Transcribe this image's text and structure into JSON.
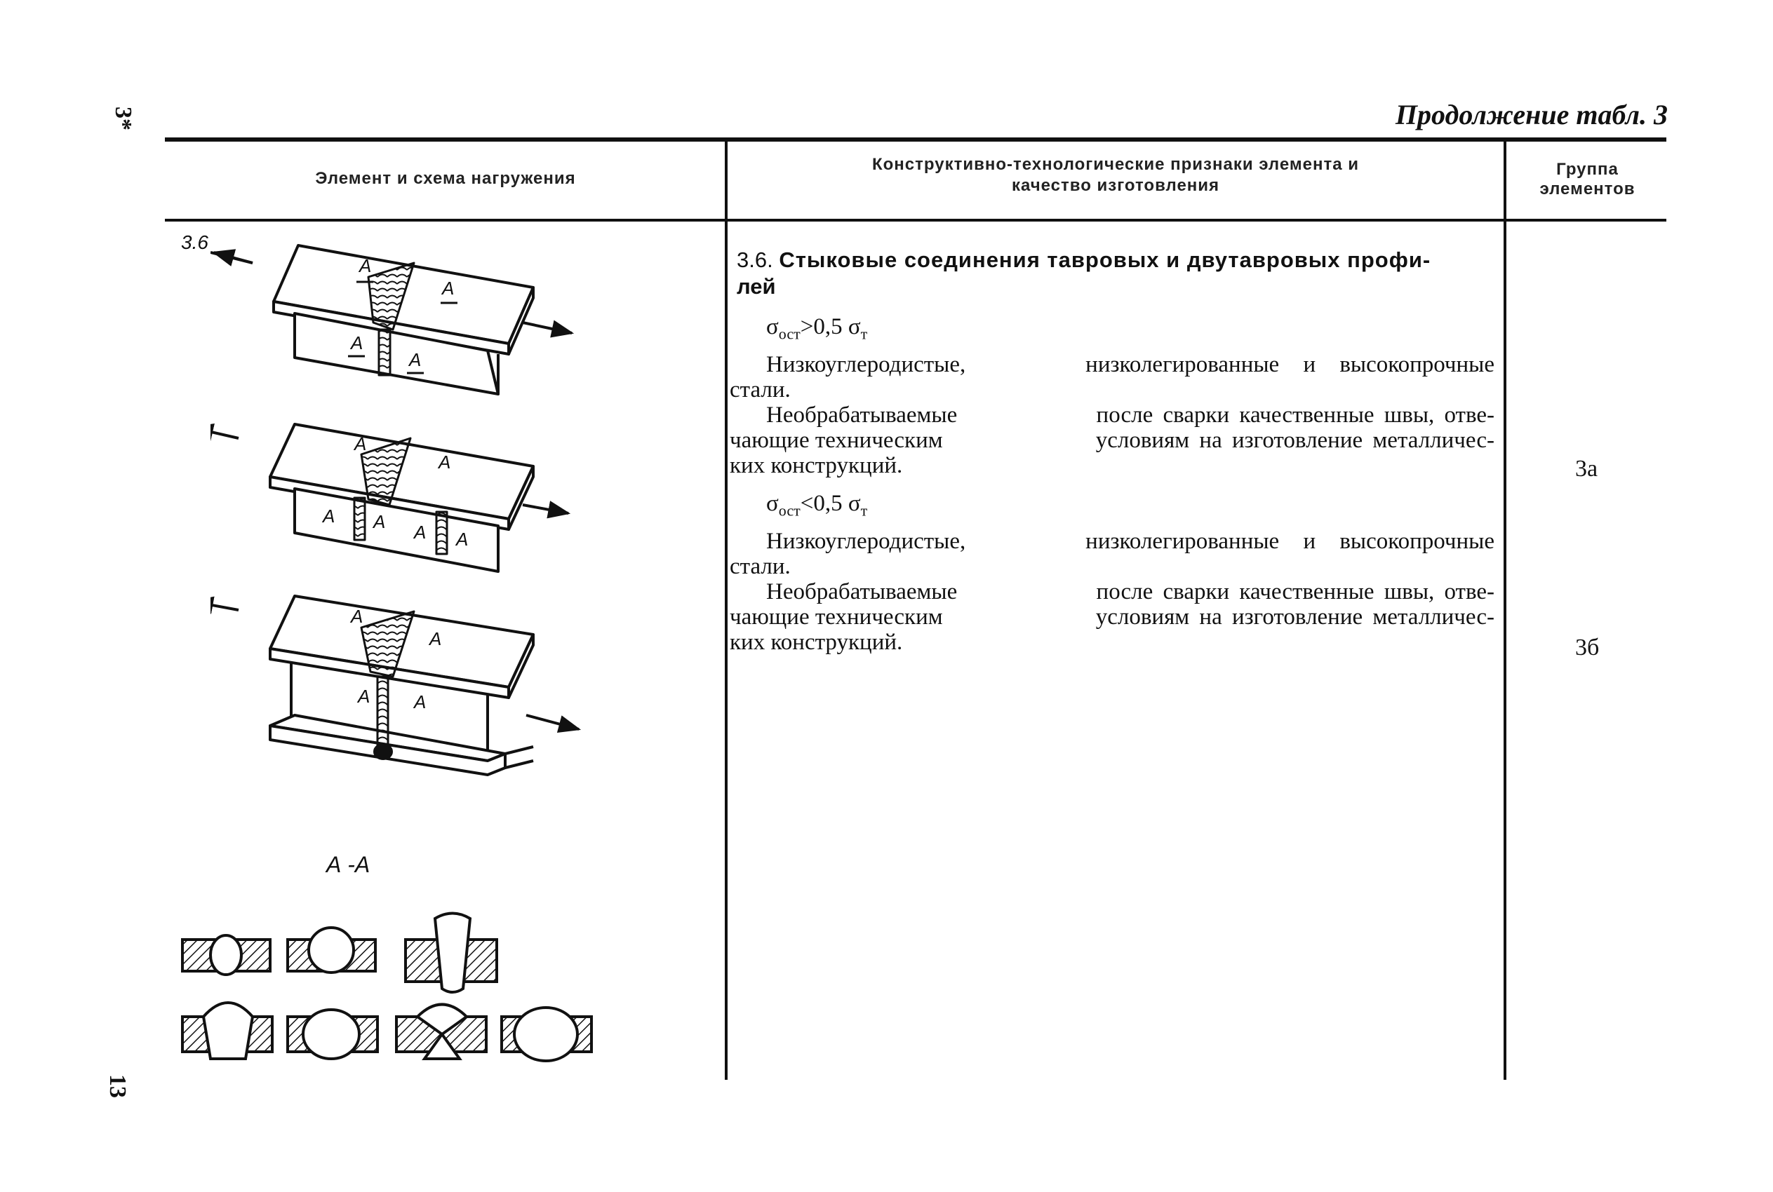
{
  "page": {
    "side_top": "3*",
    "side_bottom": "13",
    "continuation": "Продолжение табл. 3"
  },
  "table": {
    "headers": {
      "col1": "Элемент и схема нагружения",
      "col2_line1": "Конструктивно-технологические признаки элемента и",
      "col2_line2": "качество изготовления",
      "col3_line1": "Группа",
      "col3_line2": "элементов"
    },
    "row": {
      "figure_label": "3.6",
      "section_label": "А -А",
      "section_letter": "А",
      "title_num": "3.6.",
      "title_rest": "Стыковые соединения тавровых и двутавровых профи-",
      "title_line2": "лей",
      "cond1_sigma": "σ",
      "cond1_sub": "ост",
      "cond1_rest": ">0,5 σ",
      "cond1_sub2": "т",
      "p1_line1_a": "Низкоуглеродистые,",
      "p1_line1_b": "низколегированные и высокопрочные",
      "p1_line2": "стали.",
      "p2_line1_a": "Необрабатываемые",
      "p2_line1_b": "после сварки качественные швы, отве-",
      "p2_line2_a": "чающие техническим",
      "p2_line2_b": "условиям на изготовление металличес-",
      "p2_line3": "ких конструкций.",
      "cond2_sigma": "σ",
      "cond2_sub": "ост",
      "cond2_rest": "<0,5 σ",
      "cond2_sub2": "т",
      "p3_line1_a": "Низкоуглеродистые,",
      "p3_line1_b": "низколегированные и высокопрочные",
      "p3_line2": "стали.",
      "p4_line1_a": "Необрабатываемые",
      "p4_line1_b": "после сварки качественные швы, отве-",
      "p4_line2_a": "чающие техническим",
      "p4_line2_b": "условиям на изготовление металличес-",
      "p4_line3": "ких конструкций.",
      "group_a": "3а",
      "group_b": "3б"
    }
  }
}
